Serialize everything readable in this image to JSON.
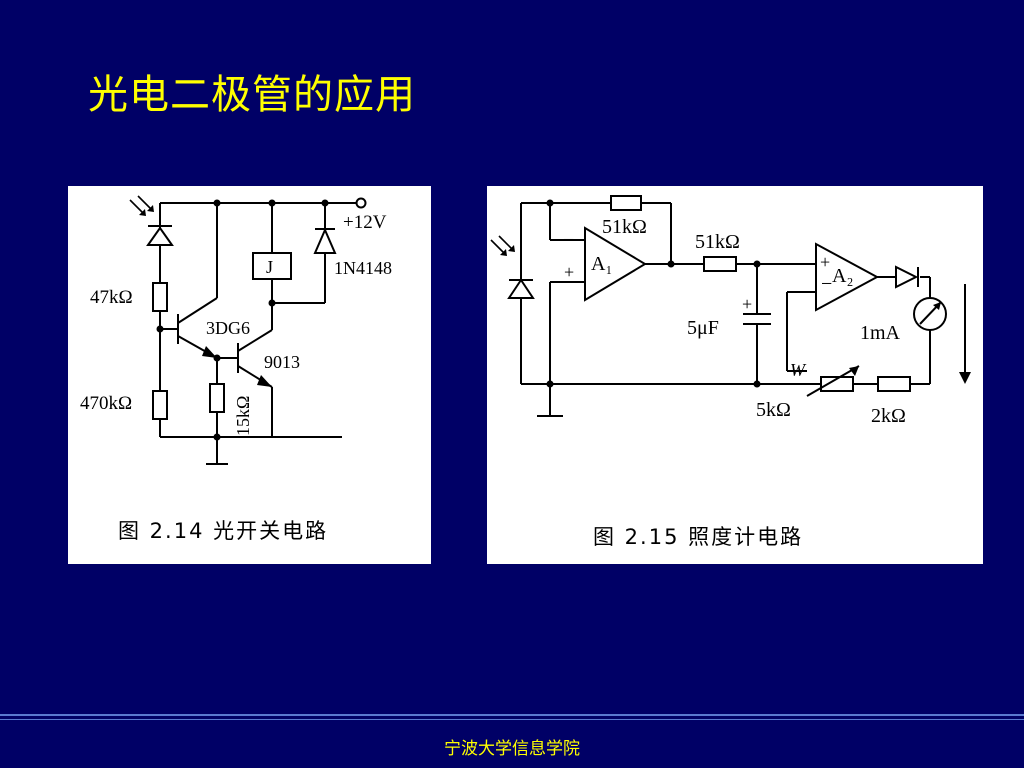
{
  "slide": {
    "title": "光电二极管的应用",
    "footer": "宁波大学信息学院"
  },
  "figure1": {
    "caption": "图 2.14   光开关电路",
    "labels": {
      "vcc": "+12V",
      "diode": "1N4148",
      "relay": "J",
      "r1": "47kΩ",
      "r2": "470kΩ",
      "r3": "15kΩ",
      "t1": "3DG6",
      "t2": "9013"
    }
  },
  "figure2": {
    "caption": "图 2.15   照度计电路",
    "labels": {
      "rf": "51kΩ",
      "rin": "51kΩ",
      "a1": "A₁",
      "a2": "A₂",
      "cap": "5μF",
      "meter": "1mA",
      "w": "W",
      "pot": "5kΩ",
      "r2": "2kΩ",
      "minus": "−",
      "plus": "+"
    }
  }
}
